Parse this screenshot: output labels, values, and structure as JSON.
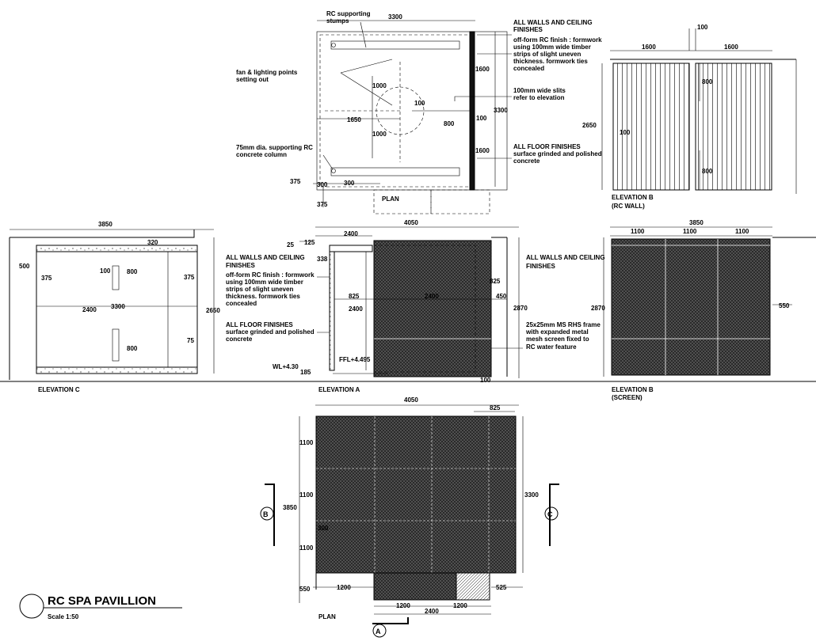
{
  "title": "RC SPA PAVILLION",
  "scale": "Scale 1:50",
  "plan_top": {
    "title": "PLAN",
    "dims": {
      "width": "3300",
      "a": "1600",
      "b": "1600",
      "c": "1000",
      "d": "1000",
      "e": "1650",
      "f": "100",
      "g": "800",
      "h": "100",
      "i": "3300",
      "j": "375",
      "k": "300",
      "l": "300",
      "m": "375"
    },
    "notes": {
      "rc_stumps": [
        "RC supporting",
        "stumps"
      ],
      "fan": [
        "fan & lighting points",
        "setting out"
      ],
      "column": [
        "75mm dia. supporting RC",
        "concrete column"
      ],
      "walls": [
        "ALL WALLS AND CEILING",
        "FINISHES",
        "off-form RC finish : formwork",
        "using 100mm wide timber",
        "strips of slight uneven",
        "thickness. formwork ties",
        "concealed"
      ],
      "slits": [
        "100mm wide slits",
        "refer to elevation"
      ],
      "floor": [
        "ALL FLOOR FINISHES",
        "surface grinded and polished",
        "concrete"
      ]
    }
  },
  "elev_b_wall": {
    "title": "ELEVATION B",
    "subtitle": "(RC WALL)",
    "dims": {
      "top": "100",
      "l": "1600",
      "r": "1600",
      "a": "800",
      "b": "800",
      "h": "2650",
      "c": "100"
    }
  },
  "elev_c": {
    "title": "ELEVATION C",
    "dims": {
      "w": "3850",
      "a": "320",
      "b": "500",
      "c": "375",
      "d": "100",
      "e": "800",
      "f": "375",
      "g": "2400",
      "h": "3300",
      "i": "2650",
      "j": "800",
      "k": "75"
    }
  },
  "elev_a": {
    "title": "ELEVATION A",
    "dims": {
      "w": "4050",
      "a": "2400",
      "b": "25",
      "c": "125",
      "d": "338",
      "e": "825",
      "f": "825",
      "g": "2400",
      "h": "450",
      "i": "2400",
      "j": "2870",
      "k": "185",
      "l": "100"
    },
    "wl": "WL+4.30",
    "ffl": "FFL+4.495",
    "notes": {
      "walls": [
        "ALL WALLS AND CEILING",
        "FINISHES",
        "off-form RC finish : formwork",
        "using 100mm wide timber",
        "strips of slight uneven",
        "thickness. formwork ties",
        "concealed"
      ],
      "floor": [
        "ALL FLOOR FINISHES",
        "surface grinded and polished",
        "concrete"
      ],
      "walls2": [
        "ALL WALLS AND CEILING",
        "FINISHES"
      ],
      "frame": [
        "25x25mm MS RHS frame",
        "with expanded metal",
        "mesh screen fixed to",
        "RC water feature"
      ]
    }
  },
  "elev_b_screen": {
    "title": "ELEVATION B",
    "subtitle": "(SCREEN)",
    "dims": {
      "w": "3850",
      "a": "1100",
      "b": "1100",
      "c": "1100",
      "h": "2870",
      "d": "550"
    }
  },
  "plan_bottom": {
    "title": "PLAN",
    "dims": {
      "w": "4050",
      "a": "825",
      "b": "1100",
      "c": "1100",
      "d": "1100",
      "h": "3850",
      "e": "3300",
      "f": "300",
      "g": "550",
      "i": "1200",
      "j": "525",
      "k": "1200",
      "l": "1200",
      "m": "2400"
    },
    "markers": {
      "b": "B",
      "c": "C",
      "a": "A"
    }
  },
  "colors": {
    "ink": "#000000",
    "mesh": "#1a1a1a",
    "paper": "#ffffff"
  }
}
